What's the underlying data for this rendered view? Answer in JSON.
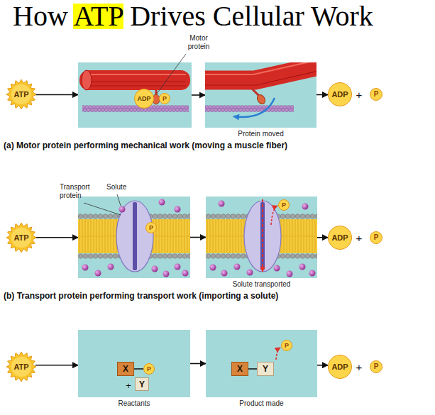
{
  "diagram": {
    "title": "How ATP Drives Cellular Work",
    "nodes": [
      {
        "text": [
          "ATP"
        ]
      },
      {
        "text": [
          "Motor protein"
        ]
      },
      {
        "text": [
          "ADP"
        ],
        "in": 1
      },
      {
        "text": [
          "P"
        ],
        "in": 1
      },
      {
        "text": [
          "Protein moved"
        ]
      },
      {
        "text": [
          "ADP"
        ]
      },
      {
        "text": [
          "P"
        ]
      },
      {
        "text": [
          "ATP"
        ]
      },
      {
        "text": [
          "Transport protein",
          "Solute"
        ]
      },
      {
        "text": [
          "P"
        ],
        "in": 8
      },
      {
        "text": [
          "Solute transported"
        ]
      },
      {
        "text": [
          "P"
        ],
        "in": 10
      },
      {
        "text": [
          "ADP"
        ]
      },
      {
        "text": [
          "P"
        ]
      },
      {
        "text": [
          "ATP"
        ]
      },
      {
        "text": [
          "Reactants"
        ]
      },
      {
        "text": [
          "X"
        ],
        "in": 15
      },
      {
        "text": [
          "P"
        ],
        "in": 15
      },
      {
        "text": [
          "Y"
        ],
        "in": 15
      },
      {
        "text": [
          "Product made"
        ]
      },
      {
        "text": [
          "X"
        ],
        "in": 19
      },
      {
        "text": [
          "Y"
        ],
        "in": 19
      },
      {
        "text": [
          "P"
        ],
        "in": 19
      },
      {
        "text": [
          "ADP"
        ]
      },
      {
        "text": [
          "P"
        ]
      }
    ],
    "edges": [
      {
        "from": 0,
        "to": 1,
        "arrow": "to"
      },
      {
        "from": 1,
        "to": 4,
        "arrow": "to"
      },
      {
        "from": 4,
        "to": 5,
        "arrow": "to"
      },
      {
        "from": 7,
        "to": 8,
        "arrow": "to"
      },
      {
        "from": 8,
        "to": 10,
        "arrow": "to"
      },
      {
        "from": 10,
        "to": 12,
        "arrow": "to"
      },
      {
        "from": 14,
        "to": 15,
        "arrow": "to"
      },
      {
        "from": 16,
        "to": 17,
        "arrow": "none"
      },
      {
        "from": 15,
        "to": 19,
        "arrow": "to"
      },
      {
        "from": 20,
        "to": 21,
        "arrow": "none"
      },
      {
        "from": 19,
        "to": 23,
        "arrow": "to"
      }
    ],
    "labels": [
      "+",
      "(a) Motor protein performing mechanical work (moving a muscle fiber)",
      "+",
      "(b) Transport protein performing transport work (importing a solute)",
      "+",
      "+"
    ]
  }
}
